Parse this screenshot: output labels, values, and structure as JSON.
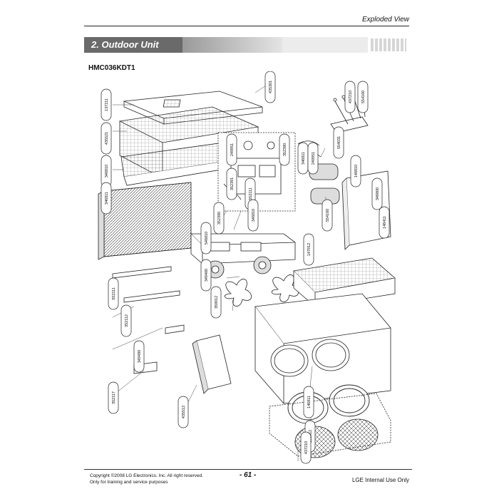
{
  "header": {
    "section_label": "Exploded View",
    "title": "2. Outdoor Unit",
    "model": "HMC036KDT1"
  },
  "callouts": [
    {
      "id": "c1",
      "text": "137211"
    },
    {
      "id": "c2",
      "text": "435521"
    },
    {
      "id": "c3",
      "text": "346810"
    },
    {
      "id": "c4",
      "text": "346811"
    },
    {
      "id": "c5",
      "text": "435301"
    },
    {
      "id": "c6",
      "text": "437210"
    },
    {
      "id": "c7",
      "text": "554160"
    },
    {
      "id": "c8",
      "text": "249951"
    },
    {
      "id": "c9",
      "text": "352390"
    },
    {
      "id": "c10",
      "text": "554031"
    },
    {
      "id": "c11",
      "text": "346811"
    },
    {
      "id": "c12",
      "text": "249951"
    },
    {
      "id": "c13",
      "text": "352391"
    },
    {
      "id": "c14",
      "text": "552111"
    },
    {
      "id": "c15",
      "text": "352390"
    },
    {
      "id": "c16",
      "text": "554160"
    },
    {
      "id": "c17",
      "text": "346810"
    },
    {
      "id": "c18",
      "text": "552111"
    },
    {
      "id": "c19",
      "text": "352112"
    },
    {
      "id": "c20",
      "text": "147912"
    },
    {
      "id": "c21",
      "text": "349400"
    },
    {
      "id": "c22",
      "text": "546810"
    },
    {
      "id": "c23",
      "text": "359012"
    },
    {
      "id": "c24",
      "text": "349490"
    },
    {
      "id": "c25",
      "text": "352117"
    },
    {
      "id": "c26",
      "text": "435512"
    },
    {
      "id": "c27",
      "text": "146811"
    },
    {
      "id": "c28",
      "text": "135312"
    },
    {
      "id": "c29",
      "text": "346800"
    },
    {
      "id": "c30",
      "text": "148411"
    },
    {
      "id": "c31",
      "text": "146810"
    },
    {
      "id": "c32",
      "text": "437210"
    }
  ],
  "footer": {
    "copyright": "Copyright ©2008 LG Electronics. Inc. All right reserved.",
    "purpose": "Only for training and service purposes",
    "page_number": "- 61 -",
    "internal": "LGE Internal Use Only"
  }
}
